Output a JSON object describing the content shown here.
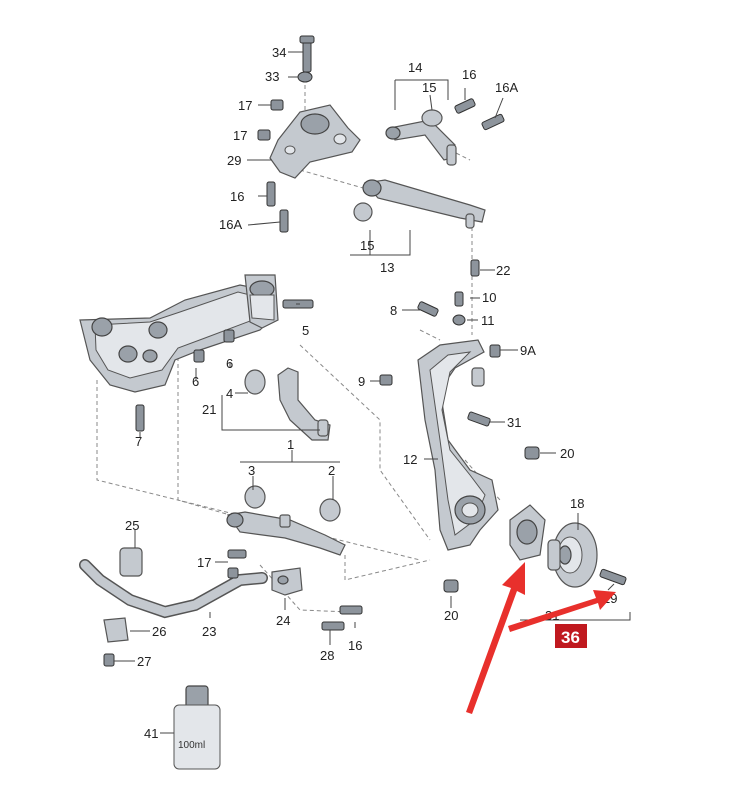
{
  "diagram": {
    "part_labels": {
      "p34": "34",
      "p33": "33",
      "p17a": "17",
      "p17b": "17",
      "p29": "29",
      "p16a": "16",
      "p16Aa": "16A",
      "p14": "14",
      "p15a": "15",
      "p16b": "16",
      "p16Ab": "16A",
      "p15b": "15",
      "p13": "13",
      "p22": "22",
      "p8": "8",
      "p10": "10",
      "p11": "11",
      "p9A": "9A",
      "p9": "9",
      "p31": "31",
      "p12": "12",
      "p20a": "20",
      "p18": "18",
      "p19": "19",
      "p20b": "20",
      "p5": "5",
      "p6a": "6",
      "p6b": "6",
      "p4": "4",
      "p21": "21",
      "p7": "7",
      "p1": "1",
      "p3": "3",
      "p2": "2",
      "p25": "25",
      "p17c": "17",
      "p26": "26",
      "p23": "23",
      "p24": "24",
      "p16c": "16",
      "p28": "28",
      "p27": "27",
      "p41": "41",
      "p31b": "31"
    },
    "callout": "36",
    "bottle_label": "100ml",
    "colors": {
      "arrow": "#e8302c",
      "callout_bg": "#c0191f",
      "callout_text": "#ffffff",
      "part_fill": "#c4c9cf",
      "line": "#444444"
    }
  }
}
